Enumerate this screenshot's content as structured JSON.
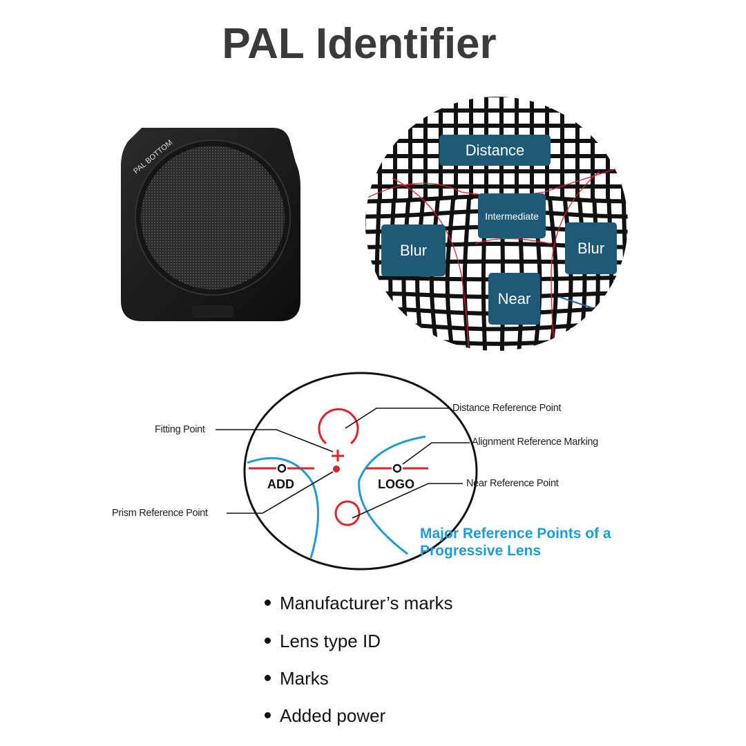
{
  "title": "PAL Identifier",
  "device": {
    "label": "PAL BOTTOM"
  },
  "zones": {
    "distance": "Distance",
    "intermediate": "Intermediate",
    "blur_left": "Blur",
    "blur_right": "Blur",
    "near": "Near"
  },
  "diagram": {
    "labels": {
      "distance_ref": "Distance Reference Point",
      "fitting": "Fitting Point",
      "alignment": "Alignment Reference Marking",
      "near_ref": "Near Reference Point",
      "prism": "Prism Reference Point"
    },
    "marks": {
      "add": "ADD",
      "logo": "LOGO"
    },
    "caption_line1": "Major Reference Points of a",
    "caption_line2": "Progressive Lens",
    "colors": {
      "red": "#e0202a",
      "blue": "#1f9ad8"
    }
  },
  "features": [
    "Manufacturer’s marks",
    "Lens type ID",
    "Marks",
    "Added power"
  ]
}
